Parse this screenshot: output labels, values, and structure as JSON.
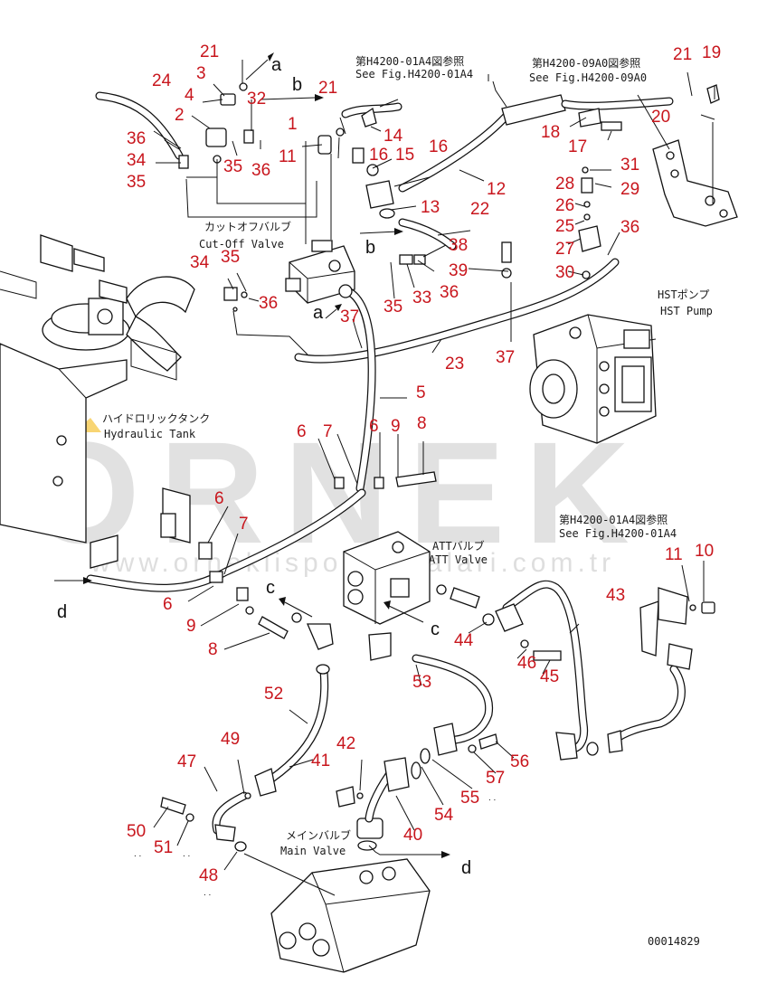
{
  "watermark": {
    "brand": "ORNEK",
    "url": "www.orneklisporparcalari.com.tr"
  },
  "figure_id": "00014829",
  "labels": [
    {
      "id": "cutoff",
      "jp": "カットオフバルブ",
      "en": "Cut-Off Valve"
    },
    {
      "id": "hst",
      "jp": "HSTポンプ",
      "en": "HST Pump"
    },
    {
      "id": "tank",
      "jp": "ハイドロリックタンク",
      "en": "Hydraulic Tank"
    },
    {
      "id": "att",
      "jp": "ATTバルブ",
      "en": "ATT Valve"
    },
    {
      "id": "main",
      "jp": "メインバルブ",
      "en": "Main Valve"
    },
    {
      "id": "ref1",
      "jp": "第H4200-01A4図参照",
      "en": "See Fig.H4200-01A4"
    },
    {
      "id": "ref2",
      "jp": "第H4200-09A0図参照",
      "en": "See Fig.H4200-09A0"
    },
    {
      "id": "ref3",
      "jp": "第H4200-01A4図参照",
      "en": "See Fig.H4200-01A4"
    }
  ],
  "letters": [
    "a",
    "b",
    "b",
    "a",
    "c",
    "c",
    "d",
    "d"
  ],
  "parts": [
    "21",
    "3",
    "4",
    "2",
    "24",
    "36",
    "34",
    "35",
    "35",
    "32",
    "36",
    "1",
    "11",
    "21",
    "14",
    "15",
    "16",
    "16",
    "13",
    "12",
    "18",
    "17",
    "21",
    "19",
    "20",
    "31",
    "29",
    "28",
    "26",
    "25",
    "27",
    "36",
    "30",
    "22",
    "38",
    "39",
    "36",
    "33",
    "35",
    "37",
    "36",
    "35",
    "34",
    "37",
    "5",
    "23",
    "6",
    "7",
    "6",
    "9",
    "8",
    "6",
    "7",
    "6",
    "9",
    "8",
    "11",
    "10",
    "43",
    "44",
    "46",
    "45",
    "53",
    "52",
    "41",
    "49",
    "47",
    "50",
    "51",
    "48",
    "42",
    "40",
    "54",
    "55",
    "57",
    "56"
  ]
}
